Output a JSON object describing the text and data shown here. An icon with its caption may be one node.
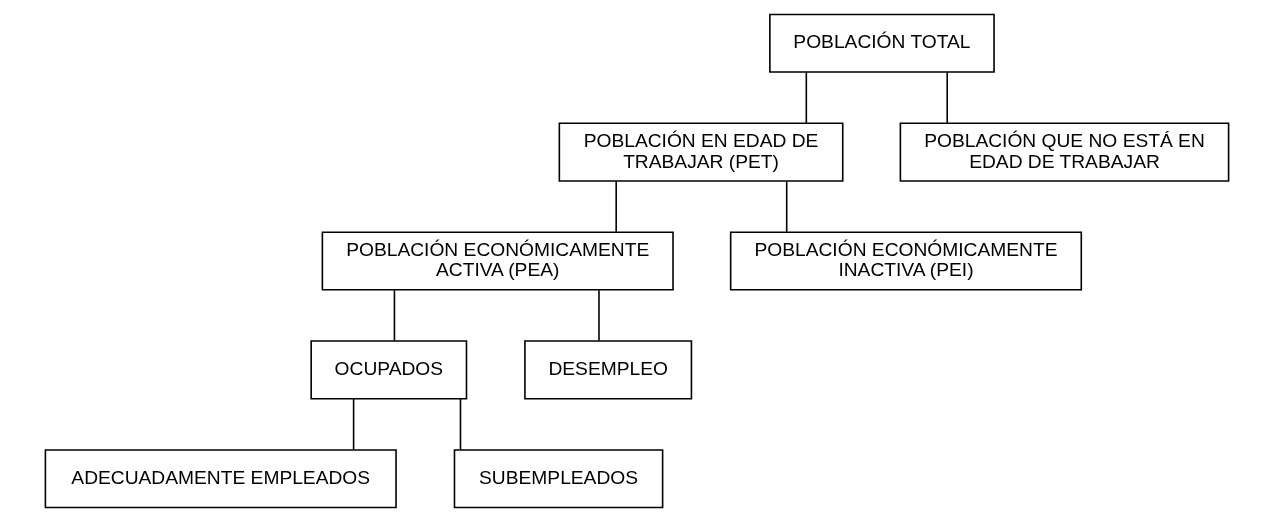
{
  "diagram": {
    "nodes": [
      {
        "text": [
          "POBLACIÓN TOTAL"
        ]
      },
      {
        "text": [
          "POBLACIÓN EN EDAD DE TRABAJAR (PET)"
        ]
      },
      {
        "text": [
          "POBLACIÓN QUE NO ESTÁ EN EDAD DE TRABAJAR"
        ]
      },
      {
        "text": [
          "POBLACIÓN ECONÓMICAMENTE ACTIVA (PEA)"
        ]
      },
      {
        "text": [
          "POBLACIÓN ECONÓMICAMENTE INACTIVA (PEI)"
        ]
      },
      {
        "text": [
          "OCUPADOS"
        ]
      },
      {
        "text": [
          "DESEMPLEO"
        ]
      },
      {
        "text": [
          "ADECUADAMENTE EMPLEADOS"
        ]
      },
      {
        "text": [
          "SUBEMPLEADOS"
        ]
      }
    ],
    "edges": [
      {
        "from": 0,
        "to": 1,
        "arrow": "none"
      },
      {
        "from": 0,
        "to": 2,
        "arrow": "none"
      },
      {
        "from": 1,
        "to": 3,
        "arrow": "none"
      },
      {
        "from": 1,
        "to": 4,
        "arrow": "none"
      },
      {
        "from": 3,
        "to": 5,
        "arrow": "none"
      },
      {
        "from": 3,
        "to": 6,
        "arrow": "none"
      },
      {
        "from": 5,
        "to": 7,
        "arrow": "none"
      },
      {
        "from": 5,
        "to": 8,
        "arrow": "none"
      }
    ]
  }
}
